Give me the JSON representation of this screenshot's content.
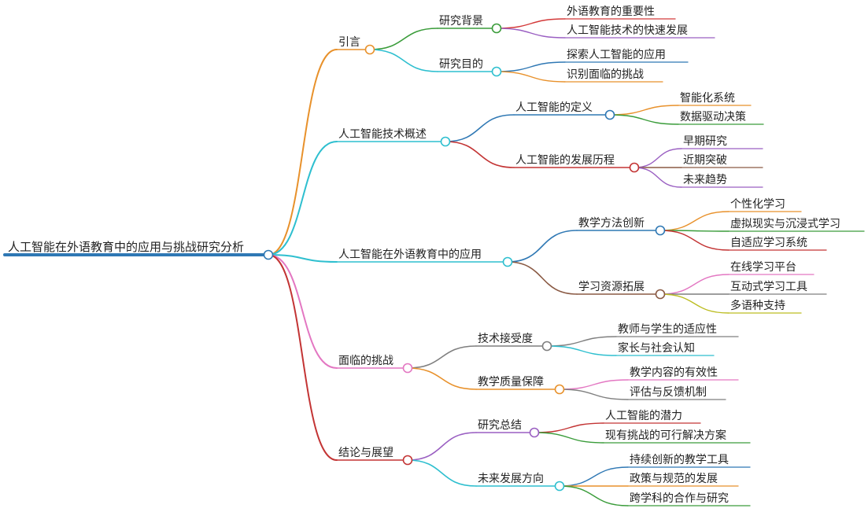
{
  "root": {
    "label": "人工智能在外语教育中的应用与挑战研究分析",
    "color": "#2f78b4"
  },
  "branches": [
    {
      "label": "引言",
      "color": "#e8912b",
      "children": [
        {
          "label": "研究背景",
          "color": "#3a9c3a",
          "children": [
            {
              "label": "外语教育的重要性",
              "color": "#d33a3a"
            },
            {
              "label": "人工智能技术的快速发展",
              "color": "#9a5fc2"
            }
          ]
        },
        {
          "label": "研究目的",
          "color": "#2ebfcf",
          "children": [
            {
              "label": "探索人工智能的应用",
              "color": "#2f78b4"
            },
            {
              "label": "识别面临的挑战",
              "color": "#e8912b"
            }
          ]
        }
      ]
    },
    {
      "label": "人工智能技术概述",
      "color": "#2ebfcf",
      "children": [
        {
          "label": "人工智能的定义",
          "color": "#2f78b4",
          "children": [
            {
              "label": "智能化系统",
              "color": "#e8912b"
            },
            {
              "label": "数据驱动决策",
              "color": "#3a9c3a"
            }
          ]
        },
        {
          "label": "人工智能的发展历程",
          "color": "#c33434",
          "children": [
            {
              "label": "早期研究",
              "color": "#9a5fc2"
            },
            {
              "label": "近期突破",
              "color": "#8a5a44"
            },
            {
              "label": "未来趋势",
              "color": "#9a5fc2"
            }
          ]
        }
      ]
    },
    {
      "label": "人工智能在外语教育中的应用",
      "color": "#2ebfcf",
      "children": [
        {
          "label": "教学方法创新",
          "color": "#2f78b4",
          "children": [
            {
              "label": "个性化学习",
              "color": "#e8912b"
            },
            {
              "label": "虚拟现实与沉浸式学习",
              "color": "#3a9c3a"
            },
            {
              "label": "自适应学习系统",
              "color": "#c33434"
            }
          ]
        },
        {
          "label": "学习资源拓展",
          "color": "#8a5a44",
          "children": [
            {
              "label": "在线学习平台",
              "color": "#e377c2"
            },
            {
              "label": "互动式学习工具",
              "color": "#7f7f7f"
            },
            {
              "label": "多语种支持",
              "color": "#bcbd22"
            }
          ]
        }
      ]
    },
    {
      "label": "面临的挑战",
      "color": "#e377c2",
      "children": [
        {
          "label": "技术接受度",
          "color": "#7f7f7f",
          "children": [
            {
              "label": "教师与学生的适应性",
              "color": "#7f7f7f"
            },
            {
              "label": "家长与社会认知",
              "color": "#2ebfcf"
            }
          ]
        },
        {
          "label": "教学质量保障",
          "color": "#e8912b",
          "children": [
            {
              "label": "教学内容的有效性",
              "color": "#e377c2"
            },
            {
              "label": "评估与反馈机制",
              "color": "#7f7f7f"
            }
          ]
        }
      ]
    },
    {
      "label": "结论与展望",
      "color": "#c33434",
      "children": [
        {
          "label": "研究总结",
          "color": "#9a5fc2",
          "children": [
            {
              "label": "人工智能的潜力",
              "color": "#c33434"
            },
            {
              "label": "现有挑战的可行解决方案",
              "color": "#3a9c3a"
            }
          ]
        },
        {
          "label": "未来发展方向",
          "color": "#2ebfcf",
          "children": [
            {
              "label": "持续创新的教学工具",
              "color": "#2f78b4"
            },
            {
              "label": "政策与规范的发展",
              "color": "#e8912b"
            },
            {
              "label": "跨学科的合作与研究",
              "color": "#3a9c3a"
            }
          ]
        }
      ]
    }
  ]
}
